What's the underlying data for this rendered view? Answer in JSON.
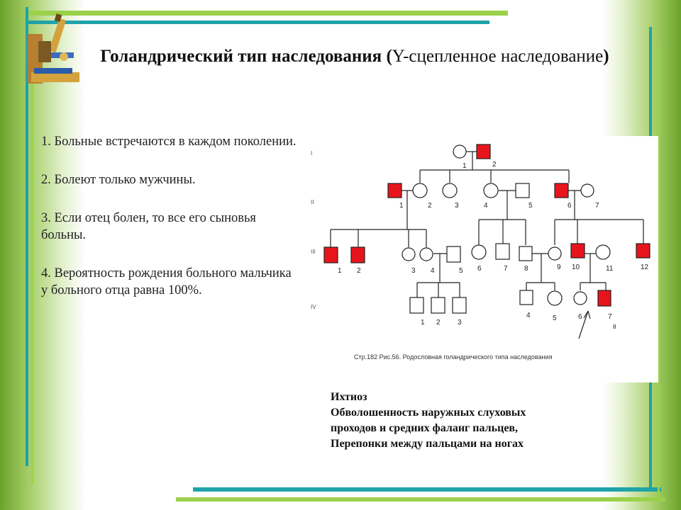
{
  "slide": {
    "title_bold": "Голандрический тип наследования (",
    "title_normal": "Y-сцепленное наследование",
    "title_close": ")",
    "points": [
      "1.  Больные встречаются в каждом поколении.",
      "2.  Болеют только мужчины.",
      "3.  Если отец болен, то все его сыновья больны.",
      "4. Вероятность рождения больного мальчика у больного отца равна 100%."
    ],
    "notes": [
      "Ихтиоз",
      "Обволошенность наружных слуховых",
      "проходов и средних фаланг пальцев,",
      "Перепонки между пальцами  на ногах"
    ]
  },
  "pedigree": {
    "generations": [
      "I",
      "II",
      "III",
      "IV"
    ],
    "caption": "Стр.182 Рис.56. Родословная голандрического типа наследования",
    "labels": {
      "g1": [
        "1",
        "2"
      ],
      "g2": [
        "1",
        "2",
        "3",
        "4",
        "5",
        "6",
        "7"
      ],
      "g3": [
        "1",
        "2",
        "3",
        "4",
        "5",
        "6",
        "7",
        "8",
        "9",
        "10",
        "11",
        "12"
      ],
      "g4_left": [
        "1",
        "2",
        "3"
      ],
      "g4_right": [
        "4",
        "5",
        "6",
        "7",
        "8"
      ]
    },
    "colors": {
      "affected": "#e8141c",
      "unaffected": "#ffffff",
      "line": "#222222"
    }
  }
}
